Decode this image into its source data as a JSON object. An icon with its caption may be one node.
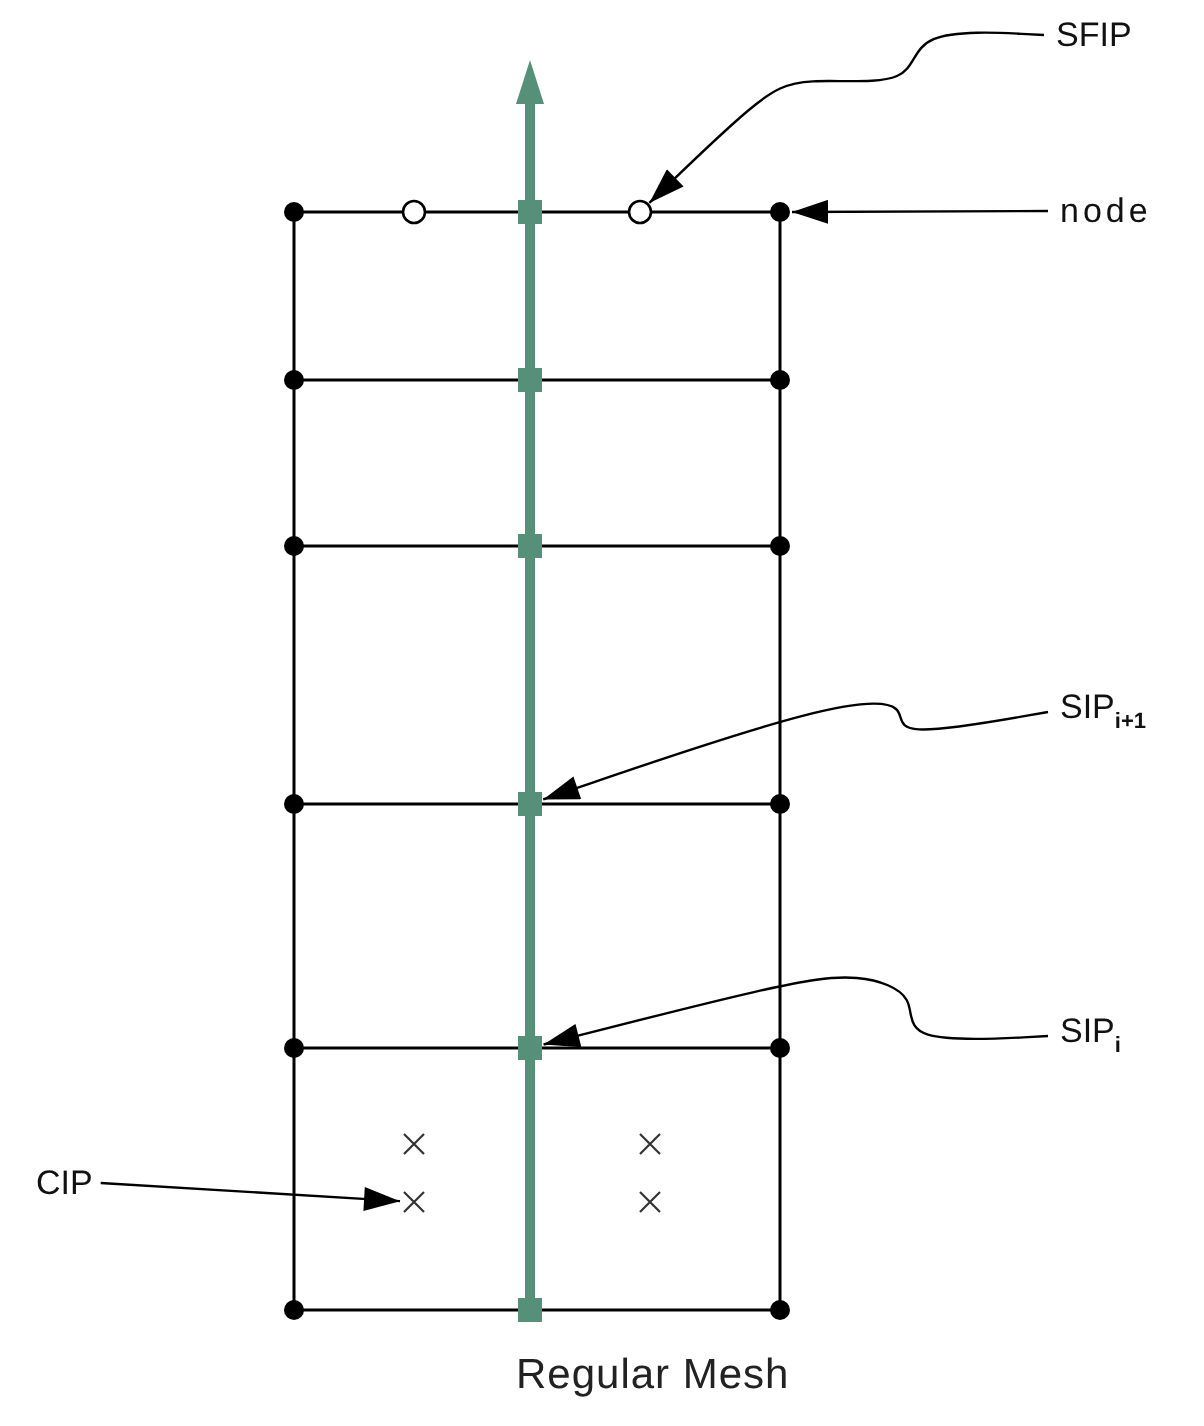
{
  "diagram": {
    "caption": "Regular Mesh",
    "nodes": [
      {
        "text": [
          "SFIP"
        ]
      },
      {
        "text": [],
        "shape": "circle"
      },
      {
        "text": [
          "node"
        ]
      },
      {
        "text": [],
        "shape": "circle"
      },
      {
        "text": [
          "SIP$_{i+1}$"
        ]
      },
      {
        "text": [],
        "shape": "box"
      },
      {
        "text": [
          "SIP$_{i}$"
        ]
      },
      {
        "text": [],
        "shape": "box"
      },
      {
        "text": [
          "CIP"
        ]
      },
      {
        "text": [],
        "shape": "cross"
      }
    ],
    "edges": [
      {
        "from": 0,
        "to": 1,
        "arrow": "to"
      },
      {
        "from": 2,
        "to": 3,
        "arrow": "to"
      },
      {
        "from": 4,
        "to": 5,
        "arrow": "to"
      },
      {
        "from": 6,
        "to": 7,
        "arrow": "to"
      },
      {
        "from": 8,
        "to": 9,
        "arrow": "to"
      }
    ]
  }
}
